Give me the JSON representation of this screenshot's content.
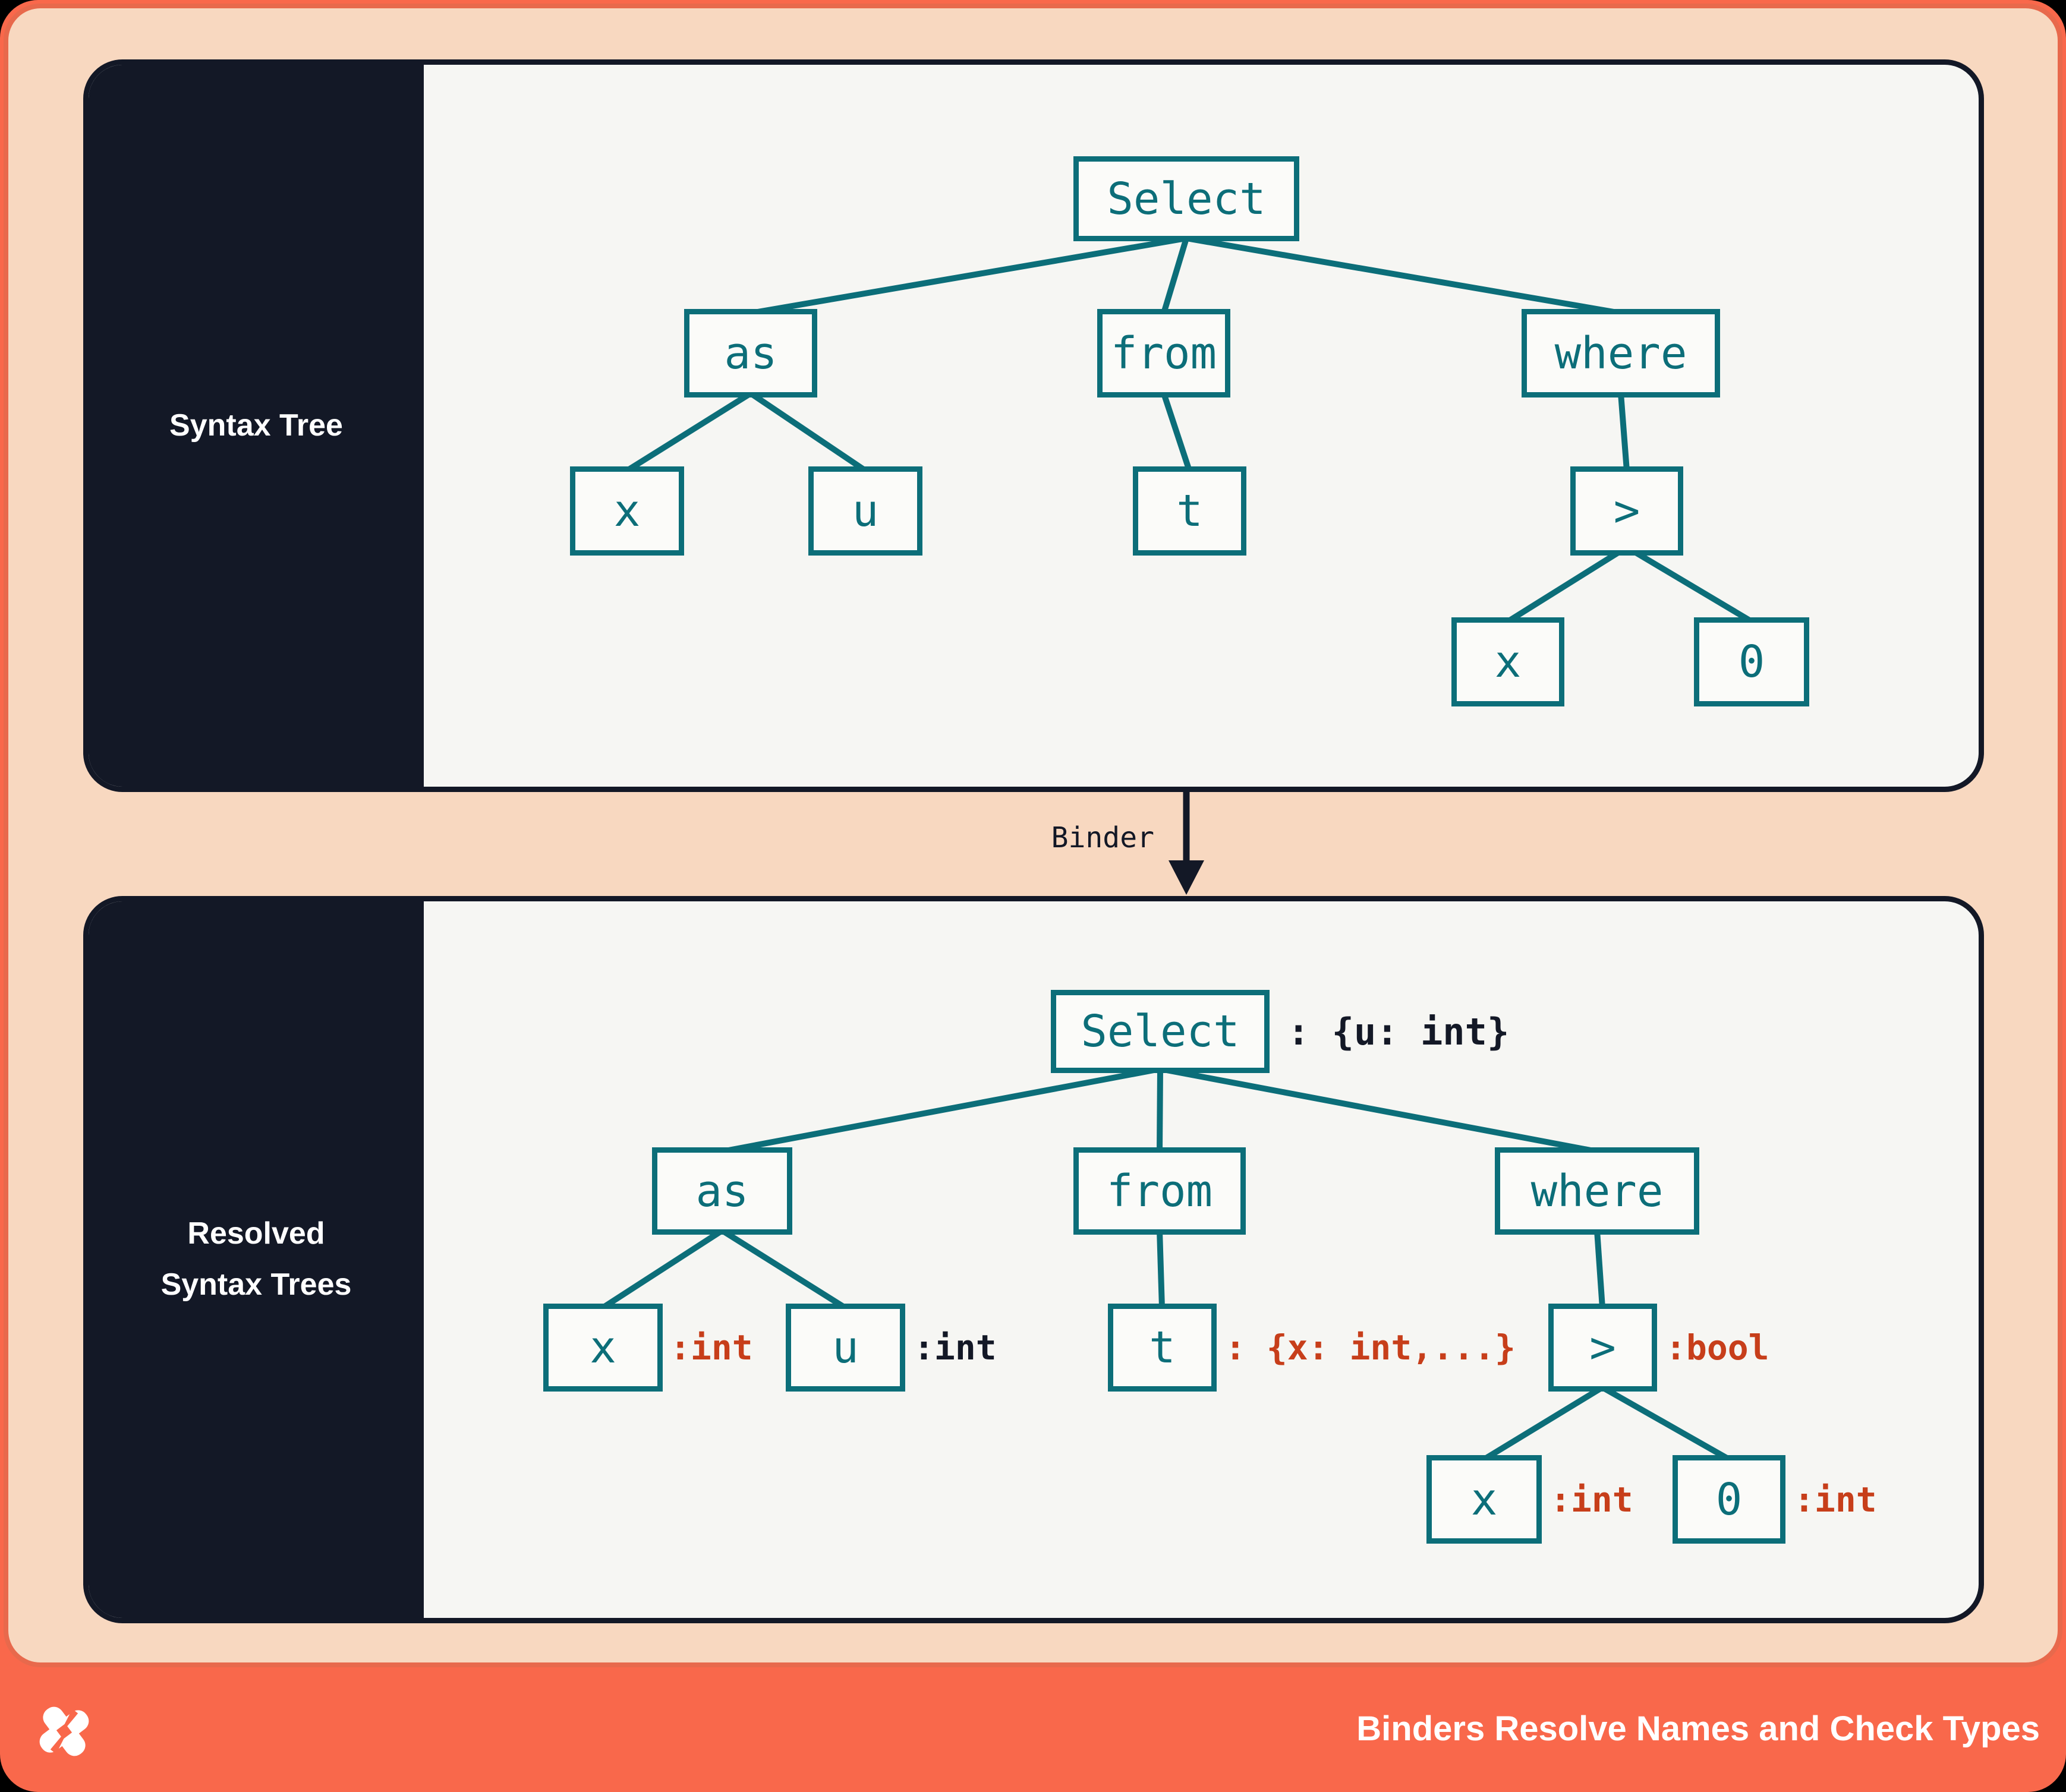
{
  "panels": [
    {
      "label": "Syntax Tree",
      "nodes": {
        "select": "Select",
        "as": "as",
        "from": "from",
        "where": "where",
        "x_as": "x",
        "u_as": "u",
        "t": "t",
        "gt": ">",
        "x_gt": "x",
        "zero": "0"
      }
    },
    {
      "label_line1": "Resolved",
      "label_line2": "Syntax Trees",
      "nodes": {
        "select": "Select",
        "as": "as",
        "from": "from",
        "where": "where",
        "x_as": "x",
        "u_as": "u",
        "t": "t",
        "gt": ">",
        "x_gt": "x",
        "zero": "0"
      },
      "annotations": {
        "select": ": {u: int}",
        "x_as": ":int",
        "u_as": ":int",
        "t": ": {x: int,...}",
        "gt": ":bool",
        "x_gt": ":int",
        "zero": ":int"
      }
    }
  ],
  "binder": {
    "label": "Binder"
  },
  "footer": {
    "title": "Binders Resolve Names and Check Types"
  },
  "colors": {
    "teal": "#0C6E79",
    "navy": "#131826",
    "red": "#C73E1A",
    "orange": "#F9684B",
    "peach": "#F8D8C0",
    "panel_bg": "#F6F6F3"
  }
}
